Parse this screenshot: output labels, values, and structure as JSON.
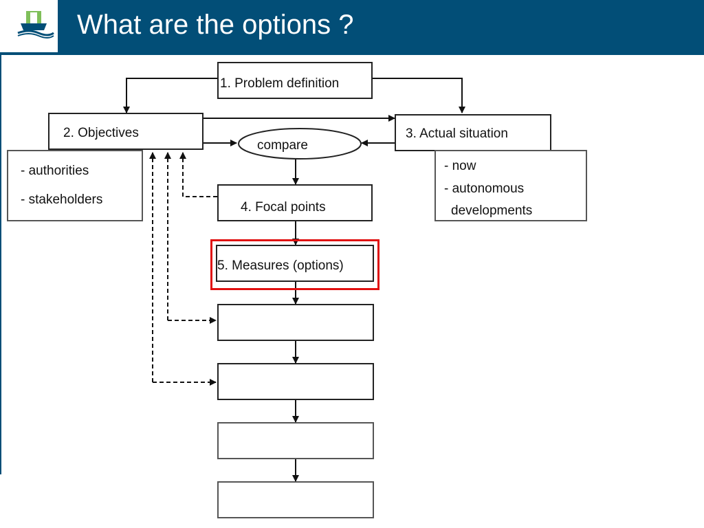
{
  "header": {
    "title": "What are the options ?"
  },
  "diagram": {
    "problem_definition": "1. Problem definition",
    "objectives": "2. Objectives",
    "actual_situation": "3. Actual situation",
    "compare": "compare",
    "focal_points": "4. Focal points",
    "measures": "5. Measures (options)",
    "objectives_items": [
      "- authorities",
      "- stakeholders"
    ],
    "actual_situation_items": [
      "- now",
      "- autonomous",
      "developments"
    ]
  },
  "colors": {
    "header_bg": "#024e77",
    "highlight": "#e01010",
    "logo_green": "#7fbf5a"
  }
}
